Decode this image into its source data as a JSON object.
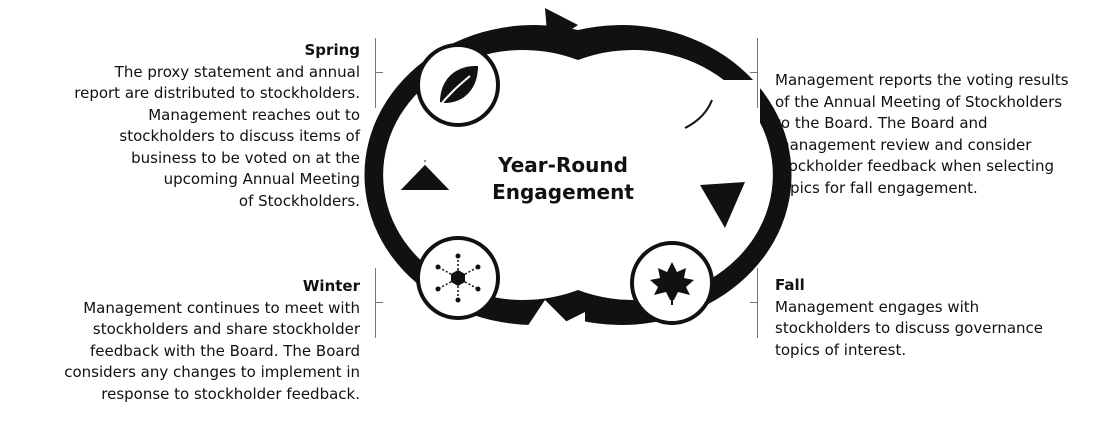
{
  "center": {
    "line1": "Year-Round",
    "line2": "Engagement"
  },
  "seasons": {
    "spring": {
      "title": "Spring",
      "lines": [
        "The proxy statement and annual",
        "report are distributed to stockholders.",
        "Management reaches out to",
        "stockholders to discuss items of",
        "business to be voted on at the",
        "upcoming Annual Meeting",
        "of Stockholders."
      ],
      "icon": "leaf-icon"
    },
    "summer": {
      "lines": [
        "Management reports the voting results",
        "of the Annual Meeting of Stockholders",
        "to the Board. The Board and",
        "management review and consider",
        "stockholder feedback when selecting",
        "topics for fall engagement."
      ],
      "icon": "sun-icon"
    },
    "fall": {
      "title": "Fall",
      "lines": [
        "Management engages with",
        "stockholders to discuss governance",
        "topics of interest."
      ],
      "icon": "maple-leaf-icon"
    },
    "winter": {
      "title": "Winter",
      "lines": [
        "Management continues to meet with",
        "stockholders and share stockholder",
        "feedback with the Board. The Board",
        "considers any changes to implement in",
        "response to stockholder feedback."
      ],
      "icon": "snowflake-icon"
    }
  },
  "colors": {
    "ring": "#111111",
    "text": "#111111",
    "bracket": "#777777",
    "background": "#ffffff"
  }
}
